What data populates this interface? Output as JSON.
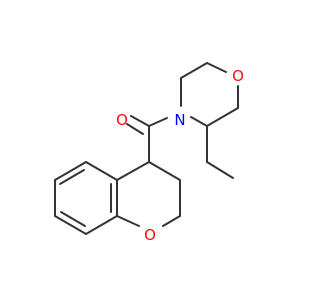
{
  "molecule": {
    "atoms": {
      "carbonyl_oxygen": "O",
      "morpholine_nitrogen": "N",
      "morpholine_oxygen": "O",
      "chromane_oxygen": "O"
    }
  },
  "colors": {
    "background": "#ffffff",
    "bond": "#333333",
    "oxygen": "#ff0d0d",
    "nitrogen": "#0000ff"
  }
}
